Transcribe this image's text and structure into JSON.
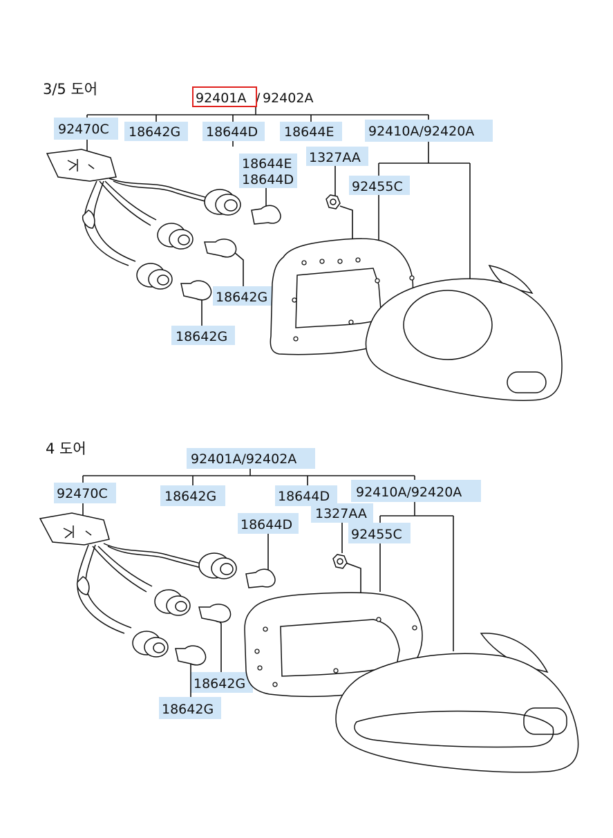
{
  "section_35": {
    "title": "3/5 도어",
    "main": "92401A",
    "slash": "/",
    "main_alt": "92402A",
    "wiring": "92470C",
    "bulb_g_top": "18642G",
    "bulb_d_top": "18644D",
    "bulb_e_top": "18644E",
    "lamp": "92410A/92420A",
    "bulb_e_stack": "18644E",
    "bulb_d_stack": "18644D",
    "screw": "1327AA",
    "gasket": "92455C",
    "bulb_g_mid": "18642G",
    "bulb_g_low": "18642G"
  },
  "section_4": {
    "title": "4 도어",
    "main": "92401A/92402A",
    "wiring": "92470C",
    "bulb_g_top": "18642G",
    "bulb_d_top": "18644D",
    "lamp": "92410A/92420A",
    "bulb_d": "18644D",
    "screw": "1327AA",
    "gasket": "92455C",
    "bulb_g_mid": "18642G",
    "bulb_g_low": "18642G"
  },
  "colors": {
    "label_highlight": "#cfe5f7",
    "selection_box": "#e0211d",
    "line": "#111111"
  }
}
